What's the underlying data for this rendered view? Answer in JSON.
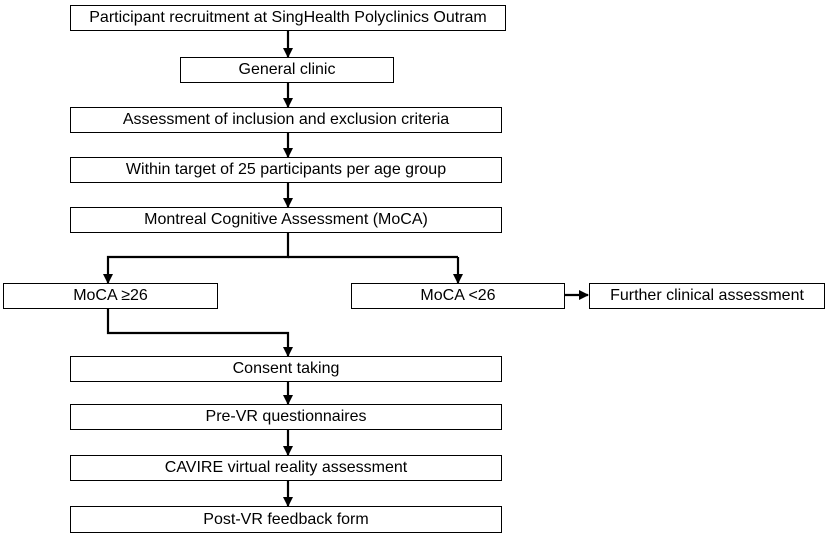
{
  "steps": {
    "recruitment": "Participant recruitment at SingHealth Polyclinics Outram",
    "general_clinic": "General clinic",
    "criteria": "Assessment of inclusion and exclusion criteria",
    "target": "Within target of 25 participants per age group",
    "moca": "Montreal Cognitive Assessment (MoCA)",
    "moca_pass": "MoCA ≥26",
    "moca_fail": "MoCA <26",
    "further": "Further clinical assessment",
    "consent": "Consent taking",
    "pre_vr": "Pre-VR questionnaires",
    "cavire": "CAVIRE virtual reality assessment",
    "post_vr": "Post-VR feedback form"
  }
}
